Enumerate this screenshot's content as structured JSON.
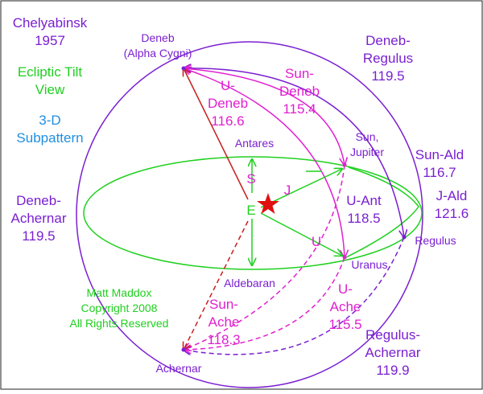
{
  "colors": {
    "purple": "#7a1fd1",
    "magenta": "#e020d0",
    "green": "#1fd01f",
    "blue": "#1f8fe0",
    "red": "#c81e1e",
    "star": "#e01010",
    "dark": "#202020"
  },
  "title": {
    "line1": "Chelyabinsk",
    "line2": "1957"
  },
  "subtitle": {
    "line1": "Ecliptic Tilt",
    "line2": "View"
  },
  "pattern": {
    "line1": "3-D",
    "line2": "Subpattern"
  },
  "copyright": {
    "line1": "Matt Maddox",
    "line2": "Copyright 2008",
    "line3": "All Rights Reserved"
  },
  "stars": {
    "deneb": {
      "line1": "Deneb",
      "line2": "(Alpha Cygni)"
    },
    "antares": "Antares",
    "sun_jupiter": {
      "line1": "Sun,",
      "line2": "Jupiter"
    },
    "regulus": "Regulus",
    "uranus": "Uranus",
    "aldebaran": "Aldebaran",
    "achernar": "Achernar"
  },
  "markers": {
    "s": "S",
    "e": "E",
    "j": "J",
    "u": "U"
  },
  "angles": {
    "deneb_regulus": {
      "line1": "Deneb-",
      "line2": "Regulus",
      "value": "119.5"
    },
    "sun_deneb": {
      "line1": "Sun-",
      "line2": "Deneb",
      "value": "115.4"
    },
    "u_deneb": {
      "line1": "U-",
      "line2": "Deneb",
      "value": "116.6"
    },
    "sun_ald": {
      "line1": "Sun-Ald",
      "value": "116.7"
    },
    "j_ald": {
      "line1": "J-Ald",
      "value": "121.6"
    },
    "deneb_achernar": {
      "line1": "Deneb-",
      "line2": "Achernar",
      "value": "119.5"
    },
    "u_ant": {
      "line1": "U-Ant",
      "value": "118.5"
    },
    "sun_ache": {
      "line1": "Sun-",
      "line2": "Ache",
      "value": "118.3"
    },
    "u_ache": {
      "line1": "U-",
      "line2": "Ache",
      "value": "115.5"
    },
    "regulus_achernar": {
      "line1": "Regulus-",
      "line2": "Achernar",
      "value": "119.9"
    }
  }
}
